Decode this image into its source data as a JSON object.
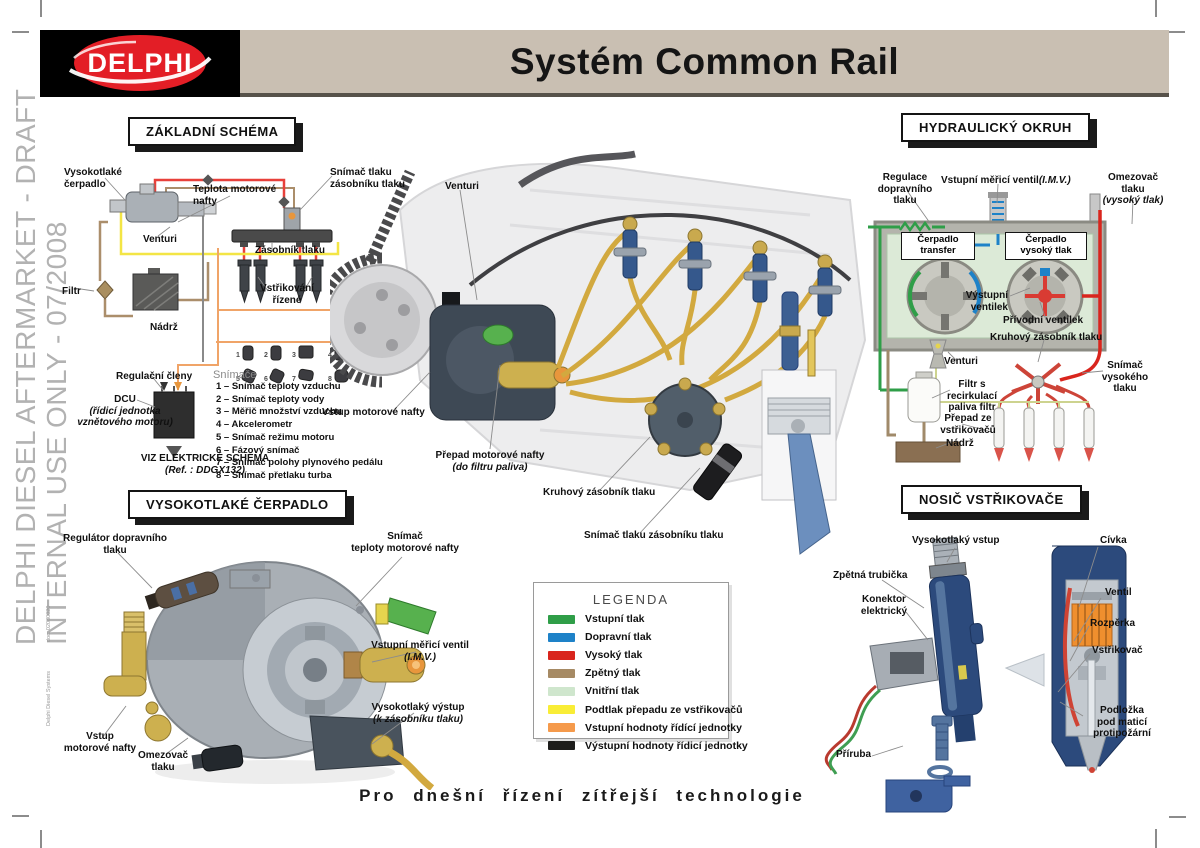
{
  "page": {
    "logo_text": "DELPHI",
    "title": "Systém Common Rail",
    "watermark_line1": "DELPHI DIESEL AFTERMARKET - DRAFT",
    "watermark_line2": "INTERNAL USE ONLY - 07/2008",
    "fineprint1": "doc: 02080020",
    "fineprint2": "Delphi Diesel Systems",
    "tagline": "Pro dnešní řízení zítřejší technologie"
  },
  "colors": {
    "header_bar": "#c9bfb2",
    "logo_red": "#e31e26"
  },
  "sections": {
    "zakladni": {
      "title": "ZÁKLADNÍ SCHÉMA",
      "labels": {
        "vysokotlake": "Vysokotlaké čerpadlo",
        "teplota": "Teplota motorové nafty",
        "snimac_tlaku_1": "Snímač tlaku",
        "snimac_tlaku_2": "zásobníku tlaku",
        "venturi": "Venturi",
        "zasobnik": "Zásobník tlaku",
        "filtr": "Filtr",
        "vstrikovani_1": "Vstřikování",
        "vstrikovani_2": "řízené",
        "nadrz": "Nádrž",
        "regulacni": "Regulační členy",
        "dcu": "DCU",
        "dcu_sub1": "(řídicí jednotka",
        "dcu_sub2": "vznětového motoru)",
        "viz": "VIZ ELEKTRICKÉ SCHÉMA",
        "ref": "(Ref. : DDGX132)"
      },
      "snimace": {
        "heading": "Snímače",
        "items": [
          "1 – Snímač teploty vzduchu",
          "2 – Snímač teploty vody",
          "3 – Měřič množství vzduchu",
          "4 – Akcelerometr",
          "5 – Snímač režimu motoru",
          "6 – Fázový snímač",
          "7 – Snímač polohy plynového pedálu",
          "8 – Snímač přetlaku turba"
        ]
      },
      "sensor_numbers": [
        "1",
        "2",
        "3",
        "4",
        "5",
        "6",
        "7",
        "8"
      ]
    },
    "engine": {
      "venturi": "Venturi",
      "vstup": "Vstup motorové nafty",
      "prepad": "Přepad motorové nafty",
      "prepad_sub": "(do filtru paliva)",
      "kruhovy": "Kruhový zásobník tlaku",
      "snimac": "Snímač tlaku zásobníku tlaku"
    },
    "hydraulicky": {
      "title": "HYDRAULICKÝ OKRUH",
      "labels": {
        "regulace_1": "Regulace",
        "regulace_2": "dopravního",
        "regulace_3": "tlaku",
        "imv": "Vstupní měřicí ventil",
        "imv_sub": "(I.M.V.)",
        "omezovac_1": "Omezovač",
        "omezovac_2": "tlaku",
        "omezovac_sub": "(vysoký tlak)",
        "cerpadlo_transfer_1": "Čerpadlo",
        "cerpadlo_transfer_2": "transfer",
        "cerpadlo_vt_1": "Čerpadlo",
        "cerpadlo_vt_2": "vysoký tlak",
        "vystupni_1": "Výstupní",
        "vystupni_2": "ventilek",
        "privodni": "Přívodní ventilek",
        "kruhovy": "Kruhový zásobník tlaku",
        "venturi": "Venturi",
        "snimac_vt_1": "Snímač",
        "snimac_vt_2": "vysokého",
        "snimac_vt_3": "tlaku",
        "filtr_1": "Filtr s",
        "filtr_2": "recirkulací",
        "filtr_3": "paliva filtr",
        "prepad_1": "Přepad ze",
        "prepad_2": "vstřikovačů",
        "nadrz": "Nádrž"
      }
    },
    "cerpadlo": {
      "title": "VYSOKOTLAKÉ ČERPADLO",
      "labels": {
        "regulator_1": "Regulátor dopravního",
        "regulator_2": "tlaku",
        "snimac_1": "Snímač",
        "snimac_2": "teploty motorové nafty",
        "imv": "Vstupní měřicí ventil",
        "imv_sub": "(I.M.V.)",
        "vystup": "Vysokotlaký výstup",
        "vystup_sub": "(k zásobníku tlaku)",
        "vstup_1": "Vstup",
        "vstup_2": "motorové nafty",
        "omezovac_1": "Omezovač",
        "omezovac_2": "tlaku"
      }
    },
    "nosic": {
      "title": "NOSIČ VSTŘIKOVAČE",
      "labels": {
        "vstup": "Vysokotlaký vstup",
        "civka": "Cívka",
        "trubicka": "Zpětná trubička",
        "konektor_1": "Konektor",
        "konektor_2": "elektrický",
        "ventil": "Ventil",
        "rozperka": "Rozpěrka",
        "vstrikovac": "Vstřikovač",
        "podlozka_1": "Podložka",
        "podlozka_2": "pod maticí",
        "podlozka_3": "protipožární",
        "priruba": "Příruba"
      }
    }
  },
  "legend": {
    "title": "LEGENDA",
    "items": [
      {
        "label": "Vstupní tlak",
        "color": "#2f9e48"
      },
      {
        "label": "Dopravní tlak",
        "color": "#1e82c8"
      },
      {
        "label": "Vysoký tlak",
        "color": "#d9251d"
      },
      {
        "label": "Zpětný tlak",
        "color": "#a68a64"
      },
      {
        "label": "Vnitřní tlak",
        "color": "#cfe6cd"
      },
      {
        "label": "Podtlak přepadu ze vstřikovačů",
        "color": "#f9ed36"
      },
      {
        "label": "Vstupní hodnoty řídící jednotky",
        "color": "#f59a4b"
      },
      {
        "label": "Výstupní hodnoty řídicí jednotky",
        "color": "#1d1d1b"
      }
    ]
  }
}
